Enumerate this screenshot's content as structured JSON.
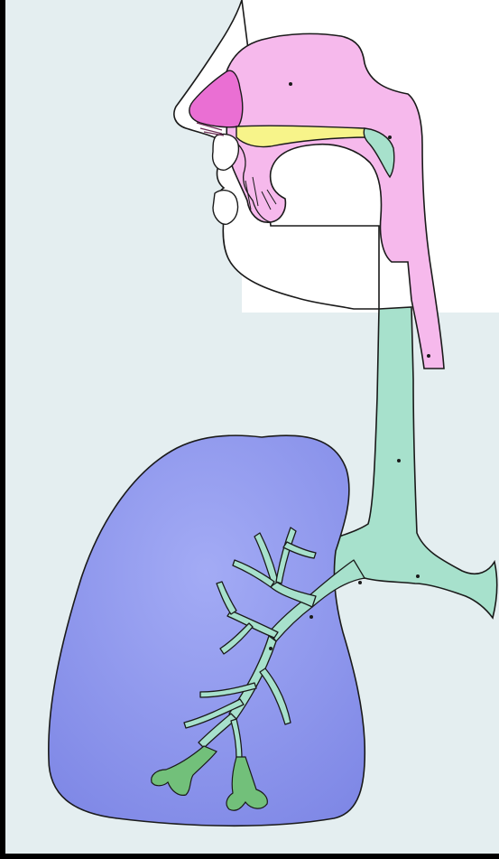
{
  "diagram": {
    "labels": [],
    "colors": {
      "background": "#e4eef0",
      "frame": "#000000",
      "head_white": "#ffffff",
      "nasal_pharynx": "#f6b9ec",
      "nasal_vestibule": "#ea6fd3",
      "palate": "#f7f48a",
      "airway": "#a7e1cc",
      "lung": "#8f98f0",
      "alveoli": "#72c07a"
    },
    "markers": {
      "nasal_cavity": "point",
      "pharynx": "point",
      "larynx": "point",
      "trachea": "point",
      "carina": "point",
      "main_bronchus": "point",
      "lobar_bronchus": "point",
      "bronchiole": "point"
    }
  }
}
